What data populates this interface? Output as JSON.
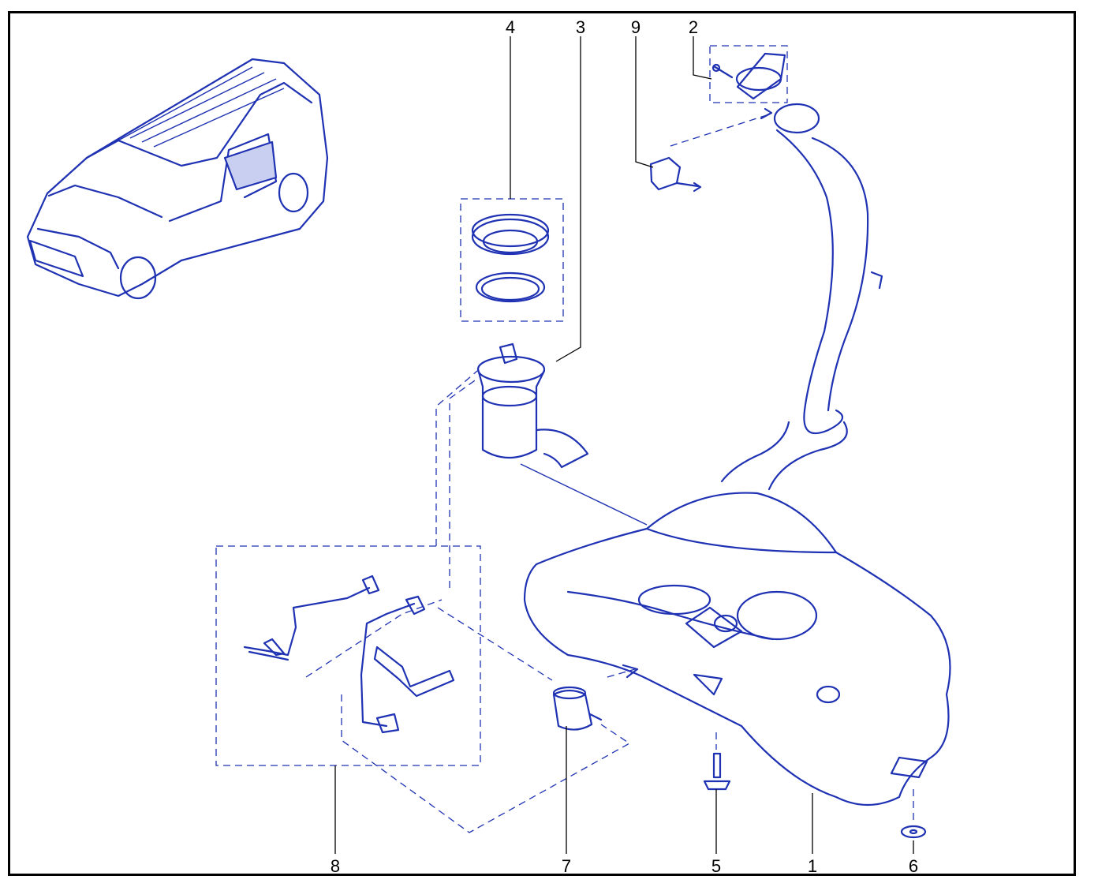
{
  "callouts": {
    "c1": "1",
    "c2": "2",
    "c3": "3",
    "c4": "4",
    "c5": "5",
    "c6": "6",
    "c7": "7",
    "c8": "8",
    "c9": "9"
  },
  "colors": {
    "line": "#1f32b3",
    "frame": "#000000"
  }
}
